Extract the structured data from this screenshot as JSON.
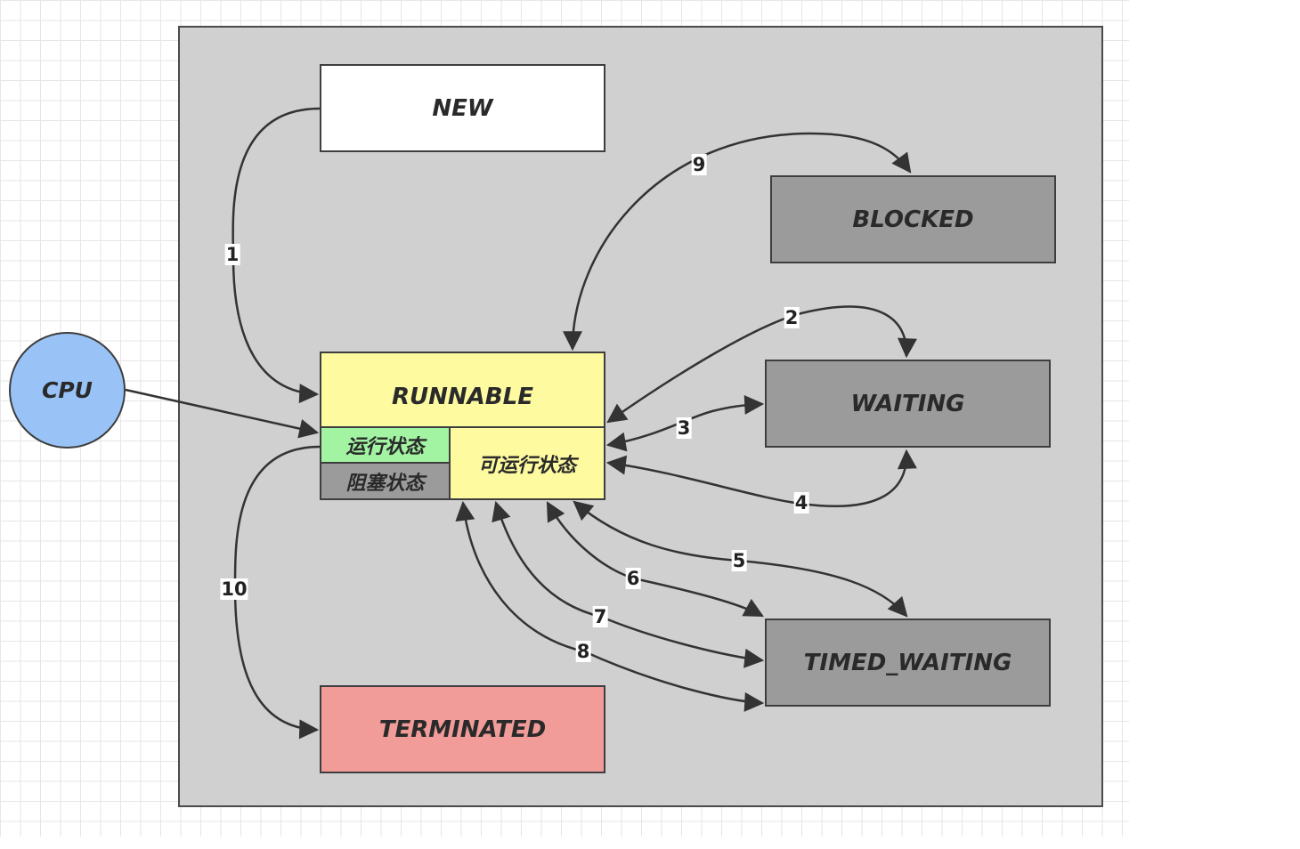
{
  "states": {
    "new": "NEW",
    "blocked": "BLOCKED",
    "waiting": "WAITING",
    "timed_waiting": "TIMED_WAITING",
    "terminated": "TERMINATED",
    "runnable": "RUNNABLE",
    "running": "运行状态",
    "blocked_io": "阻塞状态",
    "ready": "可运行状态"
  },
  "cpu": "CPU",
  "edges": [
    "1",
    "2",
    "3",
    "4",
    "5",
    "6",
    "7",
    "8",
    "9",
    "10"
  ],
  "colors": {
    "container": "#d0d0d0",
    "new": "#ffffff",
    "runnable": "#fdfa9f",
    "running": "#a2f3a2",
    "gray_state": "#9b9b9b",
    "terminated": "#f19c99",
    "cpu": "#99c3f6",
    "edge": "#333333"
  }
}
